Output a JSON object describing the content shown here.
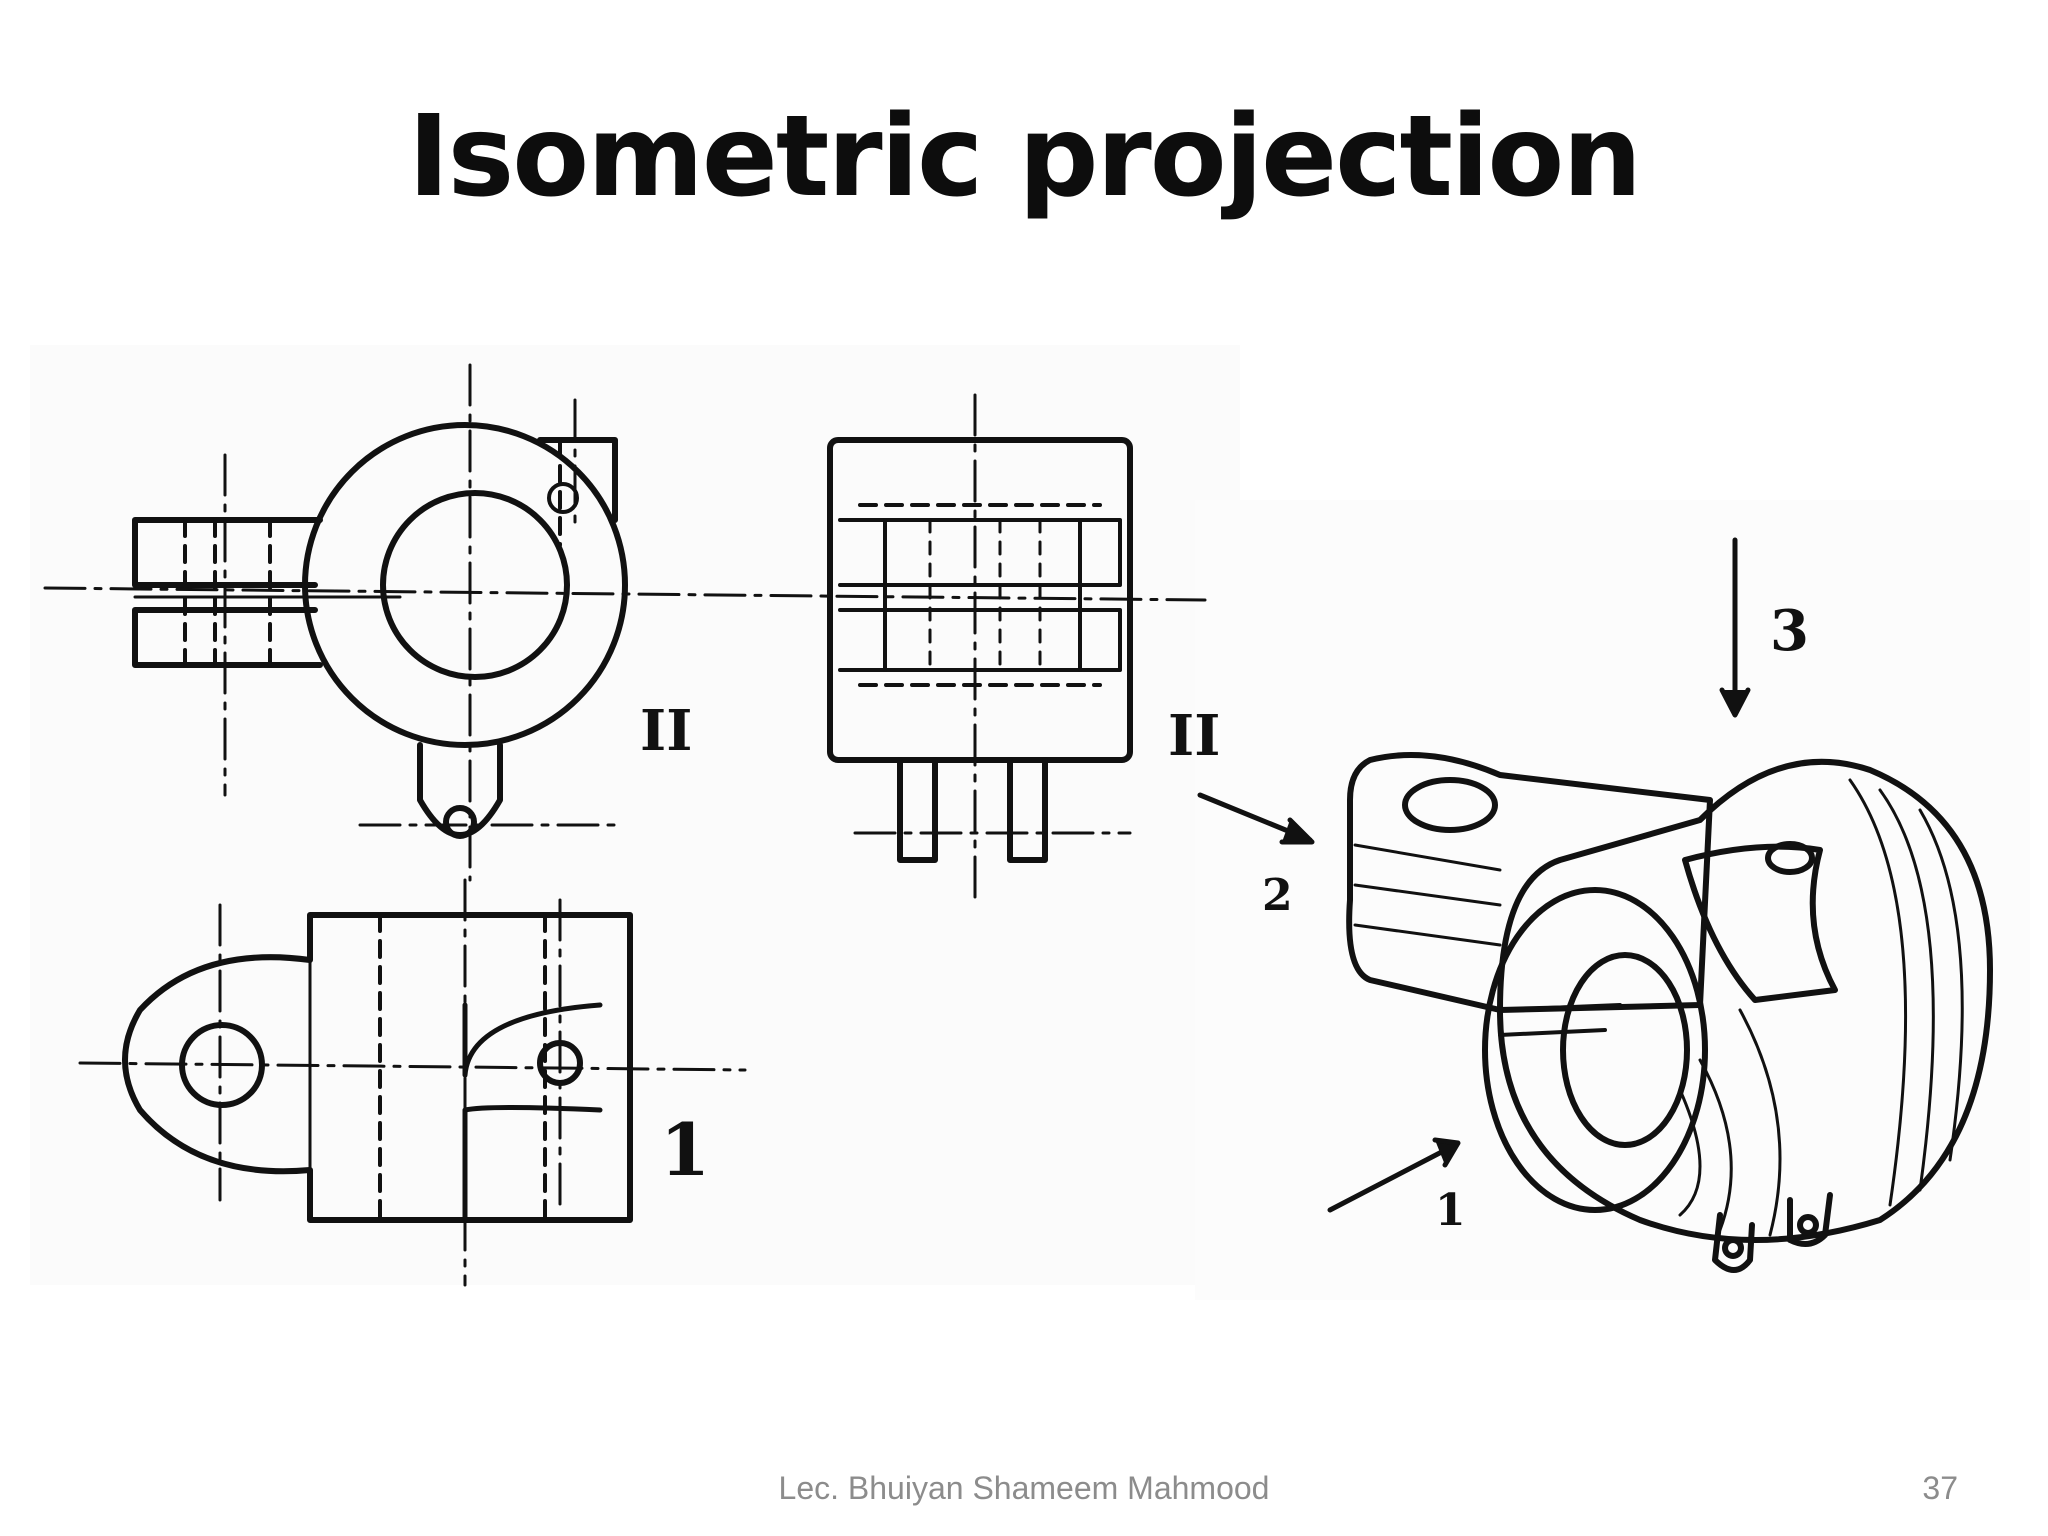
{
  "slide": {
    "title": "Isometric projection",
    "footer_author": "Lec. Bhuiyan Shameem Mahmood",
    "page_number": "37"
  },
  "drawing": {
    "view_labels": {
      "front_view_marker": "II",
      "side_view_marker": "II",
      "plan_view_marker": "1"
    },
    "direction_labels": [
      "1",
      "2",
      "3"
    ]
  }
}
